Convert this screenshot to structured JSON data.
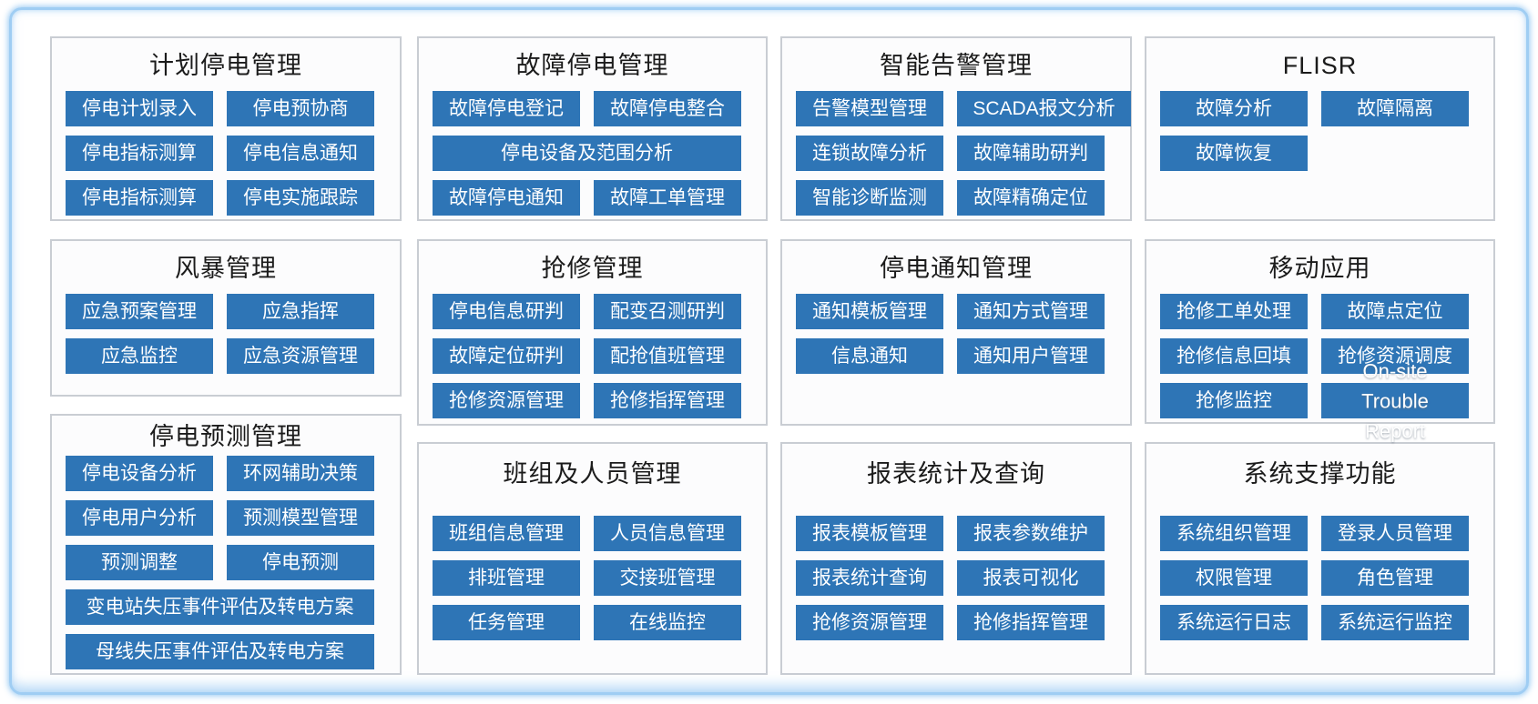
{
  "colors": {
    "button_bg": "#2e75b6",
    "button_text": "#ffffff",
    "panel_border": "#c9cdd3",
    "panel_bg": "#fcfcfd",
    "frame_border": "#9fcdf3",
    "title_text": "#1b1b1b"
  },
  "panels": [
    {
      "id": "planned-outage-management",
      "title": "计划停电管理",
      "buttons": [
        {
          "label": "停电计划录入"
        },
        {
          "label": "停电预协商"
        },
        {
          "label": "停电指标测算"
        },
        {
          "label": "停电信息通知"
        },
        {
          "label": "停电指标测算"
        },
        {
          "label": "停电实施跟踪"
        }
      ]
    },
    {
      "id": "fault-outage-management",
      "title": "故障停电管理",
      "buttons": [
        {
          "label": "故障停电登记"
        },
        {
          "label": "故障停电整合"
        },
        {
          "label": "停电设备及范围分析",
          "wide": true
        },
        {
          "label": "故障停电通知"
        },
        {
          "label": "故障工单管理"
        }
      ]
    },
    {
      "id": "intelligent-alarm-management",
      "title": "智能告警管理",
      "buttons": [
        {
          "label": "告警模型管理"
        },
        {
          "label": "SCADA报文分析",
          "grow": true
        },
        {
          "label": "连锁故障分析"
        },
        {
          "label": "故障辅助研判"
        },
        {
          "label": "智能诊断监测"
        },
        {
          "label": "故障精确定位"
        }
      ]
    },
    {
      "id": "flisr",
      "title": "FLISR",
      "buttons": [
        {
          "label": "故障分析"
        },
        {
          "label": "故障隔离"
        },
        {
          "label": "故障恢复"
        }
      ]
    },
    {
      "id": "storm-management",
      "title": "风暴管理",
      "buttons": [
        {
          "label": "应急预案管理"
        },
        {
          "label": "应急指挥"
        },
        {
          "label": "应急监控"
        },
        {
          "label": "应急资源管理"
        }
      ]
    },
    {
      "id": "repair-management",
      "title": "抢修管理",
      "buttons": [
        {
          "label": "停电信息研判"
        },
        {
          "label": "配变召测研判"
        },
        {
          "label": "故障定位研判"
        },
        {
          "label": "配抢值班管理"
        },
        {
          "label": "抢修资源管理"
        },
        {
          "label": "抢修指挥管理"
        }
      ]
    },
    {
      "id": "outage-notification-management",
      "title": "停电通知管理",
      "buttons": [
        {
          "label": "通知模板管理"
        },
        {
          "label": "通知方式管理"
        },
        {
          "label": "信息通知"
        },
        {
          "label": "通知用户管理"
        }
      ]
    },
    {
      "id": "mobile-application",
      "title": "移动应用",
      "buttons": [
        {
          "label": "抢修工单处理"
        },
        {
          "label": "故障点定位"
        },
        {
          "label": "抢修信息回填"
        },
        {
          "label": "抢修资源调度"
        },
        {
          "label": "抢修监控"
        },
        {
          "lines": [
            "On-site",
            "Trouble",
            "Report"
          ]
        }
      ]
    },
    {
      "id": "outage-forecast-management",
      "title": "停电预测管理",
      "buttons": [
        {
          "label": "停电设备分析"
        },
        {
          "label": "环网辅助决策"
        },
        {
          "label": "停电用户分析"
        },
        {
          "label": "预测模型管理"
        },
        {
          "label": "预测调整"
        },
        {
          "label": "停电预测"
        },
        {
          "label": "变电站失压事件评估及转电方案",
          "wide": true
        },
        {
          "label": "母线失压事件评估及转电方案",
          "wide": true
        }
      ]
    },
    {
      "id": "team-personnel-management",
      "title": "班组及人员管理",
      "buttons": [
        {
          "label": "班组信息管理"
        },
        {
          "label": "人员信息管理"
        },
        {
          "label": "排班管理"
        },
        {
          "label": "交接班管理"
        },
        {
          "label": "任务管理"
        },
        {
          "label": "在线监控"
        }
      ]
    },
    {
      "id": "report-statistics-query",
      "title": "报表统计及查询",
      "buttons": [
        {
          "label": "报表模板管理"
        },
        {
          "label": "报表参数维护"
        },
        {
          "label": "报表统计查询"
        },
        {
          "label": "报表可视化"
        },
        {
          "label": "抢修资源管理"
        },
        {
          "label": "抢修指挥管理"
        }
      ]
    },
    {
      "id": "system-support-functions",
      "title": "系统支撑功能",
      "buttons": [
        {
          "label": "系统组织管理"
        },
        {
          "label": "登录人员管理"
        },
        {
          "label": "权限管理"
        },
        {
          "label": "角色管理"
        },
        {
          "label": "系统运行日志"
        },
        {
          "label": "系统运行监控"
        }
      ]
    }
  ]
}
